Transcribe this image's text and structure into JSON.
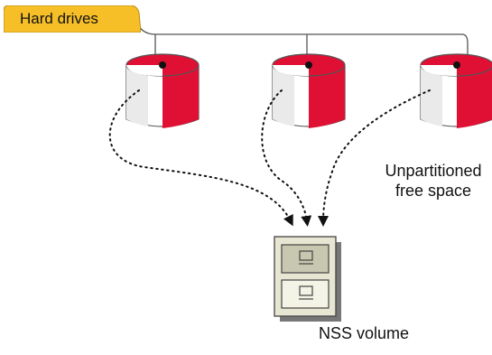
{
  "tab": {
    "label": "Hard drives",
    "color": "#f6bf28",
    "border": "#b98a14"
  },
  "drives": [
    {
      "name": "drive-1",
      "red_color": "#e01035"
    },
    {
      "name": "drive-2",
      "red_color": "#e01035"
    },
    {
      "name": "drive-3",
      "red_color": "#e01035"
    }
  ],
  "free_space": {
    "line1": "Unpartitioned",
    "line2": "free space"
  },
  "volume": {
    "label": "NSS volume",
    "color": "#e6e6d2"
  },
  "colors": {
    "line": "#555555",
    "dots": "#111111"
  }
}
